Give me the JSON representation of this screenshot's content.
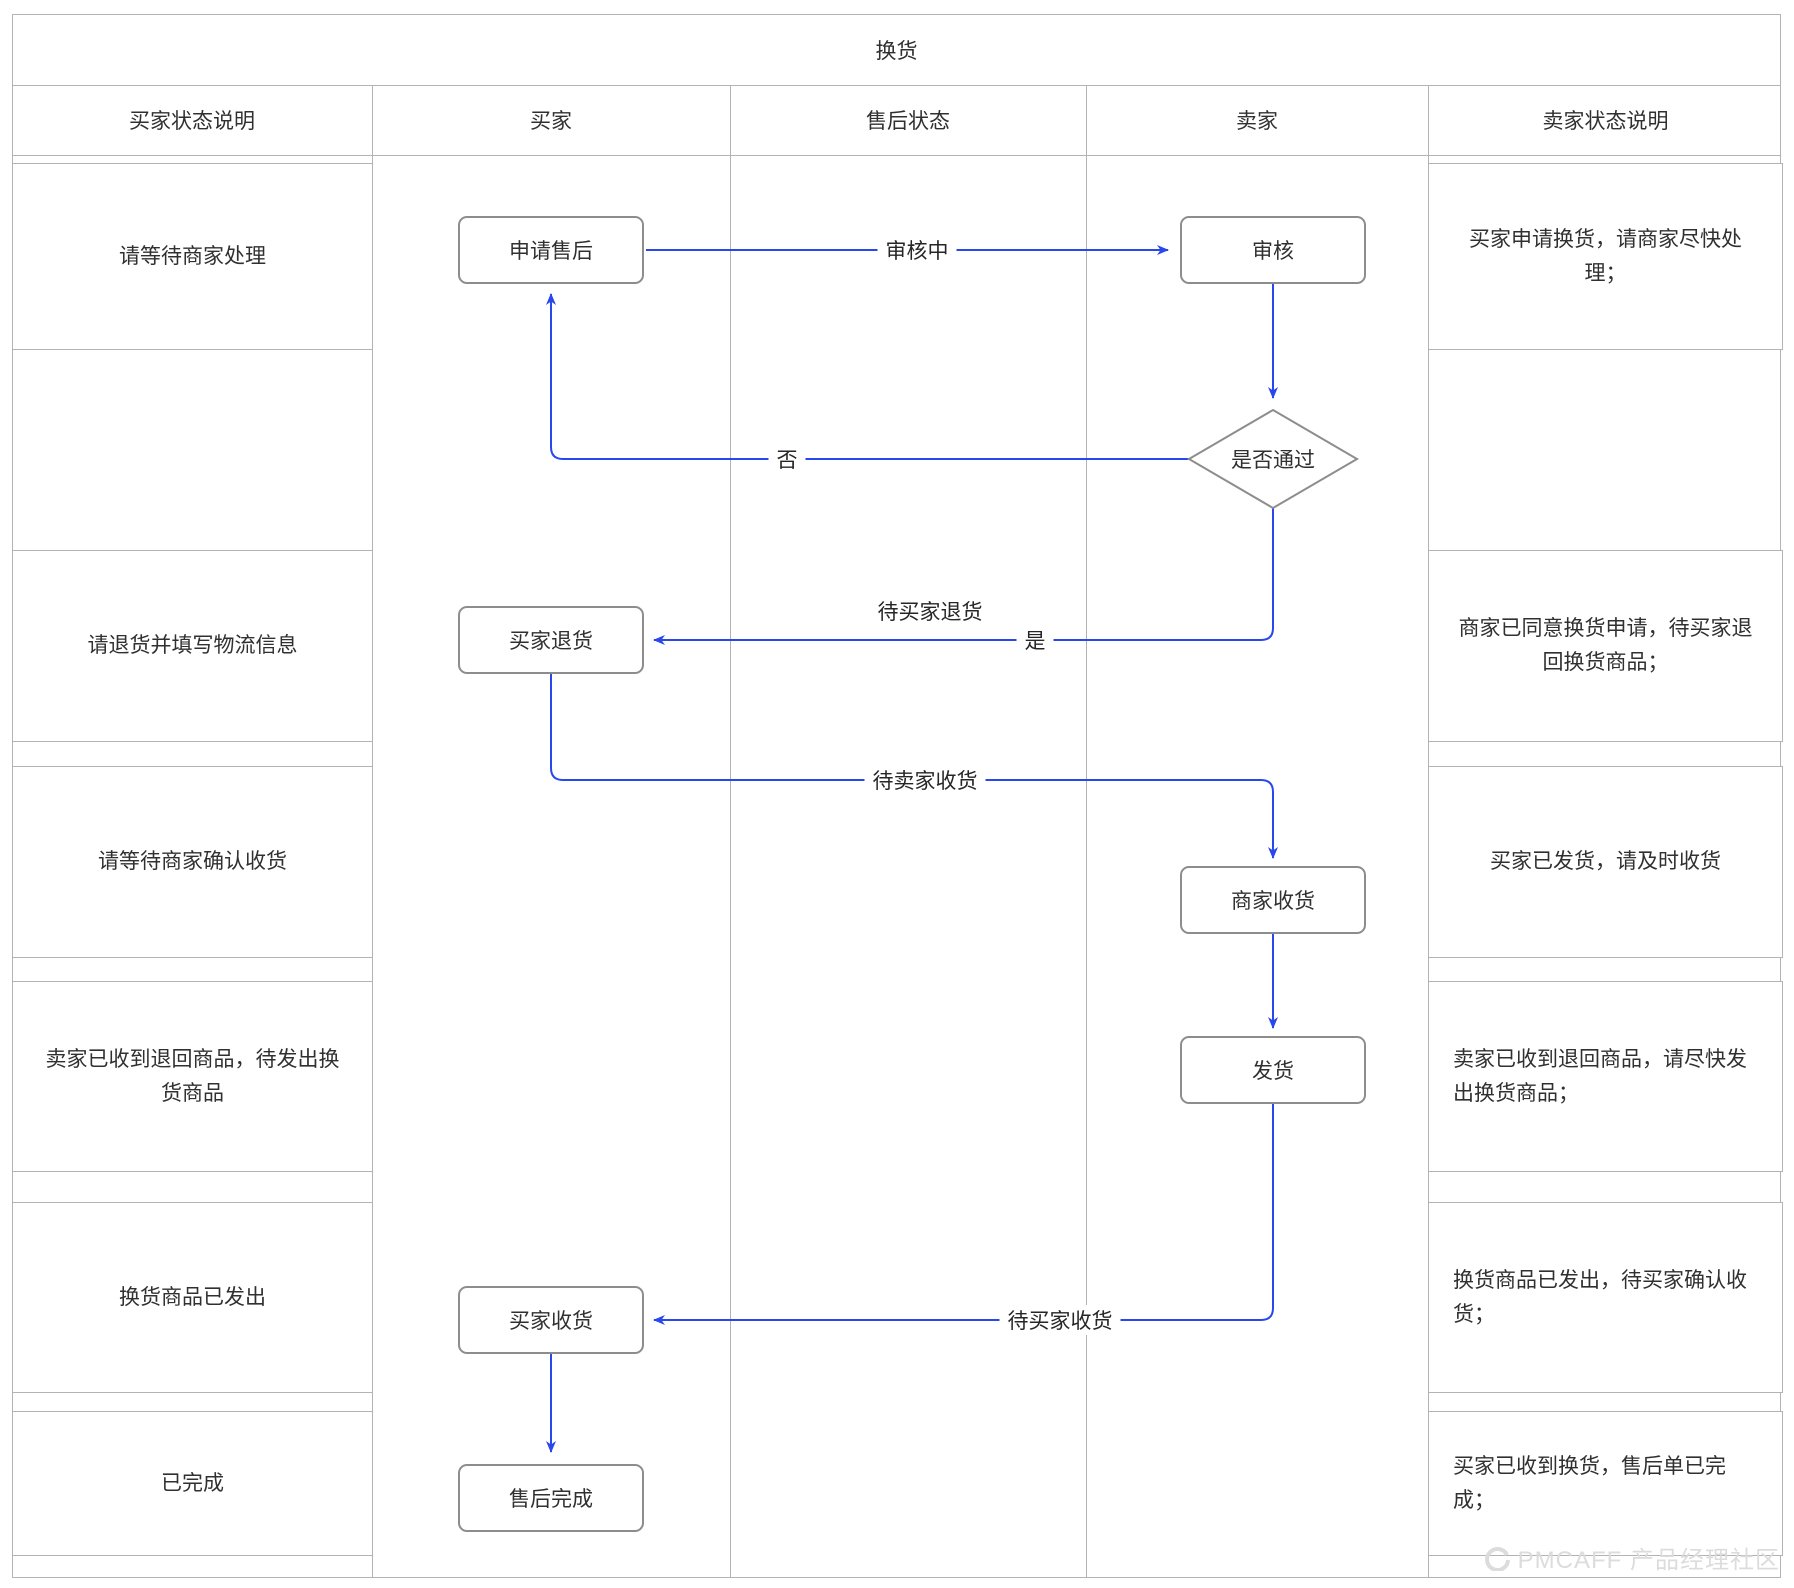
{
  "title": "换货",
  "columns": [
    "买家状态说明",
    "买家",
    "售后状态",
    "卖家",
    "卖家状态说明"
  ],
  "buyer_status": {
    "r1": "请等待商家处理",
    "r3": "请退货并填写物流信息",
    "r4": "请等待商家确认收货",
    "r5": "卖家已收到退回商品，待发出换货商品",
    "r6": "换货商品已发出",
    "r7": "已完成"
  },
  "seller_status": {
    "r1": "买家申请换货，请商家尽快处理；",
    "r3": "商家已同意换货申请，待买家退回换货商品；",
    "r4": "买家已发货，请及时收货",
    "r5": "卖家已收到退回商品，请尽快发出换货商品；",
    "r6": "换货商品已发出，待买家确认收货；",
    "r7": "买家已收到换货，售后单已完成；"
  },
  "nodes": {
    "apply": "申请售后",
    "review": "审核",
    "decision": "是否通过",
    "buyer_return": "买家退货",
    "merchant_receive": "商家收货",
    "ship": "发货",
    "buyer_receive": "买家收货",
    "complete": "售后完成"
  },
  "edge_labels": {
    "reviewing": "审核中",
    "no": "否",
    "yes": "是",
    "wait_buyer_return": "待买家退货",
    "wait_seller_receive": "待卖家收货",
    "wait_buyer_receive": "待买家收货"
  },
  "watermark": "PMCAFF 产品经理社区",
  "colors": {
    "accent": "#2847ec",
    "table_border": "#b3b3b3",
    "shape_border": "#8d8d8d",
    "text": "#303030",
    "watermark": "#dcdcdc"
  }
}
